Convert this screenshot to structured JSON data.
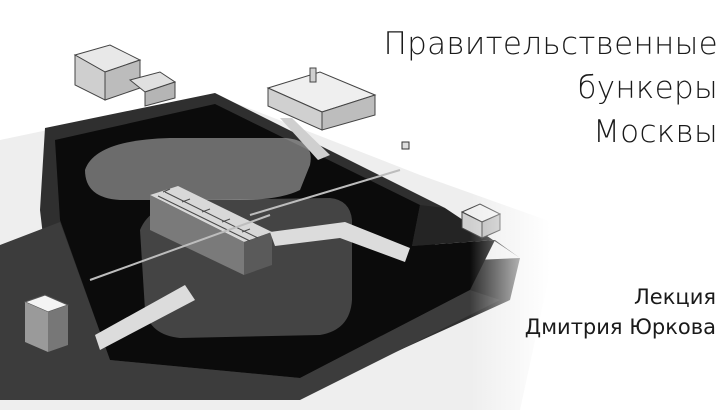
{
  "title": {
    "lines": [
      "Правительственные",
      "бункеры",
      "Москвы"
    ]
  },
  "lecture": {
    "lines": [
      "Лекция",
      "Дмитрия Юркова"
    ]
  },
  "illustration": {
    "subject": "isometric cutaway of underground bunker complex",
    "ground_color": "#3a3a3a",
    "void_color": "#0a0a0a",
    "surface_color": "#f2f2f2",
    "highlight_color": "#9a9a9a"
  }
}
